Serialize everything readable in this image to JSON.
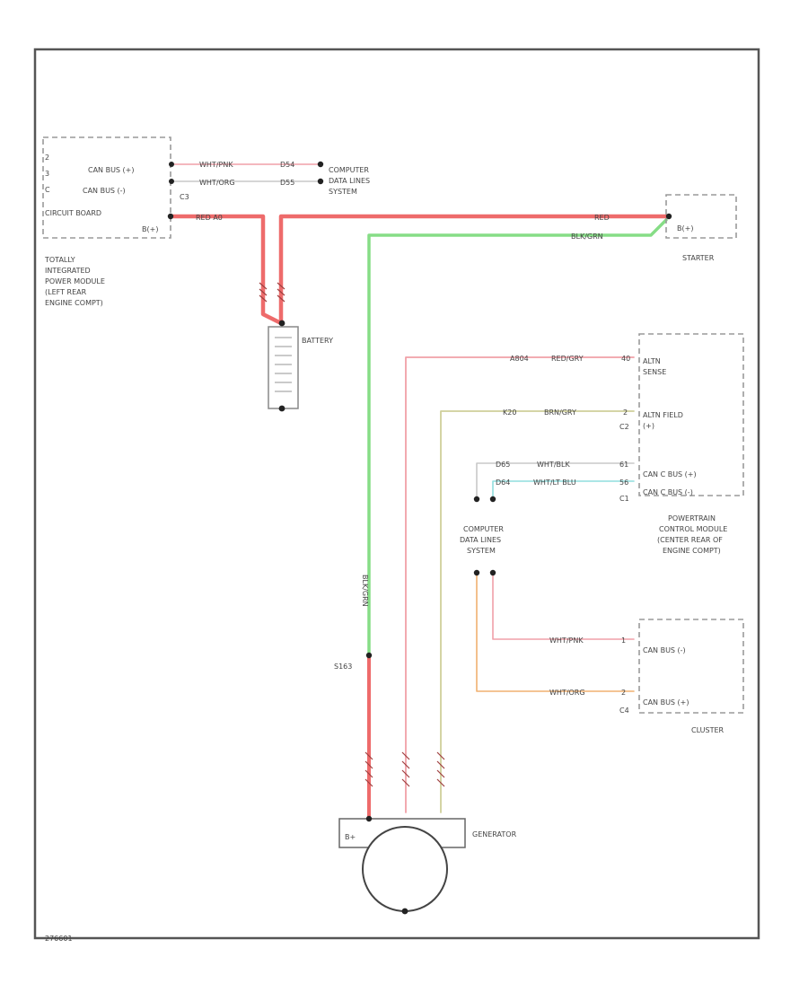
{
  "colors": {
    "red": "#ee6b6b",
    "green": "#86dd86",
    "pink": "#f0a0a8",
    "gray": "#c8c8c8",
    "olive": "#cfcf9a",
    "cyan": "#8fdede",
    "orange": "#f0b070",
    "frame": "#555555",
    "dash": "#9a9a9a"
  },
  "tipm": {
    "pin_a": "2",
    "pin_b": "3",
    "pin_c": "C",
    "can_h": "CAN BUS (+)",
    "can_l": "CAN BUS (-)",
    "circuit_board": "CIRCUIT BOARD",
    "c3": "C3",
    "b1": "B(+)",
    "name": [
      "TOTALLY",
      "INTEGRATED",
      "POWER MODULE",
      "(LEFT REAR",
      "ENGINE COMPT)"
    ]
  },
  "top_wires": {
    "w1_color": "WHT/PNK",
    "w1_code": "D54",
    "w2_color": "WHT/ORG",
    "w2_code": "D55",
    "red_label_left": "RED   A0",
    "red_label_right": "RED",
    "green_label": "BLK/GRN"
  },
  "computer_top": [
    "COMPUTER",
    "DATA LINES",
    "SYSTEM"
  ],
  "starter": {
    "name": "STARTER",
    "pin": "B(+)"
  },
  "battery": {
    "name": "BATTERY"
  },
  "pcm": {
    "sense": [
      "ALTN",
      "SENSE"
    ],
    "field": [
      "ALTN FIELD",
      "(+)"
    ],
    "can_h": "CAN C BUS (+)",
    "can_l": "CAN C BUS (-)",
    "c2": "C2",
    "c1": "C1",
    "name": [
      "POWERTRAIN",
      "CONTROL MODULE",
      "(CENTER REAR OF",
      "ENGINE COMPT)"
    ]
  },
  "pcm_wires": {
    "sense_code": "A804",
    "sense_color": "RED/GRY",
    "sense_pin": "40",
    "field_code": "K20",
    "field_color": "BRN/GRY",
    "field_pin": "2",
    "canh_code": "D65",
    "canh_color": "WHT/BLK",
    "canh_pin": "61",
    "canl_code": "D64",
    "canl_color": "WHT/LT BLU",
    "canl_pin": "56"
  },
  "computer_mid": [
    "COMPUTER",
    "DATA LINES",
    "SYSTEM"
  ],
  "cluster": {
    "can_l": "CAN BUS (-)",
    "can_h": "CAN BUS (+)",
    "c4": "C4",
    "name": "CLUSTER",
    "pin_a": "1",
    "pin_b": "2",
    "w1_color": "WHT/PNK",
    "w2_color": "WHT/ORG"
  },
  "vert": {
    "green_label": "BLK/GRN",
    "splice": "S163"
  },
  "generator": {
    "name": "GENERATOR",
    "pin": "B+"
  },
  "corner_code": "276601"
}
